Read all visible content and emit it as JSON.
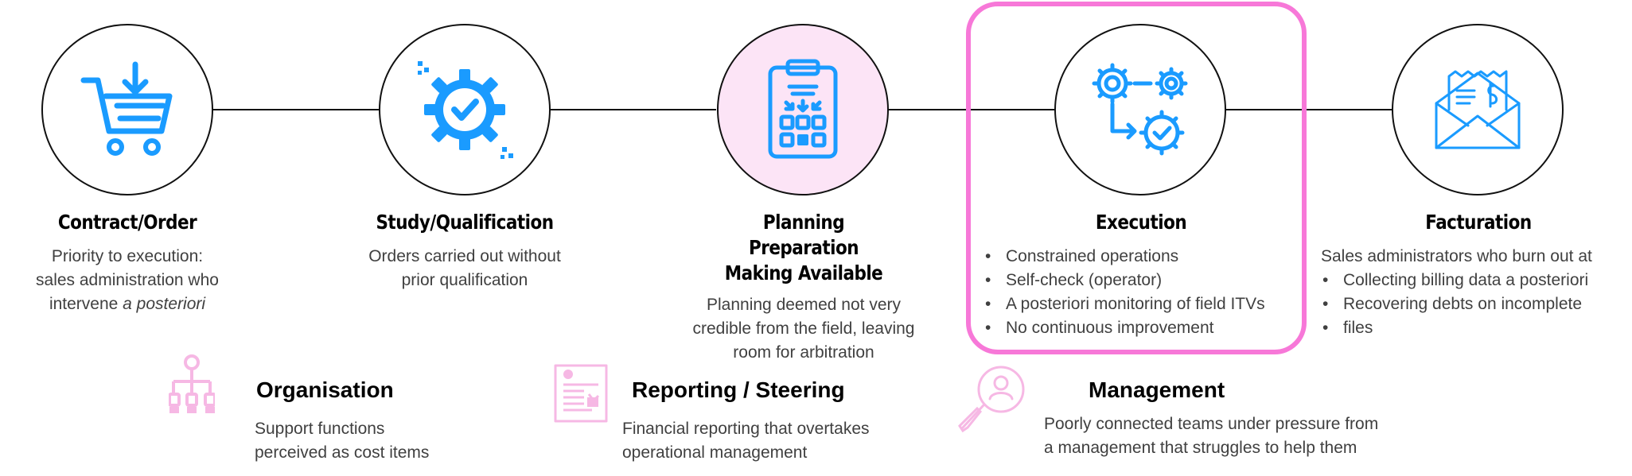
{
  "colors": {
    "icon_blue": "#1a9bff",
    "highlight_pink": "#f778d8",
    "pink_fill": "#fce4f6",
    "pale_pink_icon": "#f6b8e4"
  },
  "stages": [
    {
      "title": "Contract/Order",
      "icon": "cart-icon",
      "desc": [
        "Priority to execution:",
        "sales administration who",
        "intervene"
      ],
      "desc_italic": "a posteriori"
    },
    {
      "title": "Study/Qualification",
      "icon": "gear-check-icon",
      "desc": [
        "Orders carried out without",
        "prior qualification"
      ]
    },
    {
      "title": [
        "Planning",
        "Preparation",
        "Making Available"
      ],
      "icon": "clipboard-icon",
      "desc": [
        "Planning deemed not very",
        "credible from the field, leaving",
        "room for arbitration"
      ]
    },
    {
      "title": "Execution",
      "icon": "gears-process-icon",
      "bullets": [
        "Constrained operations",
        "Self-check (operator)",
        "A posteriori monitoring of field ITVs",
        "No continuous improvement"
      ]
    },
    {
      "title": "Facturation",
      "icon": "invoice-envelope-icon",
      "intro": "Sales administrators who burn out at",
      "bullets": [
        "Collecting billing data a posteriori",
        "Recovering debts on incomplete",
        "files"
      ]
    }
  ],
  "bottom": [
    {
      "title": "Organisation",
      "icon": "org-chart-icon",
      "desc": [
        "Support functions",
        "perceived as cost items"
      ]
    },
    {
      "title": "Reporting / Steering",
      "icon": "report-icon",
      "desc": [
        "Financial reporting that overtakes",
        "operational management"
      ]
    },
    {
      "title": "Management",
      "icon": "user-search-icon",
      "desc": [
        "Poorly connected teams under pressure from",
        "a management that struggles to help them"
      ]
    }
  ]
}
